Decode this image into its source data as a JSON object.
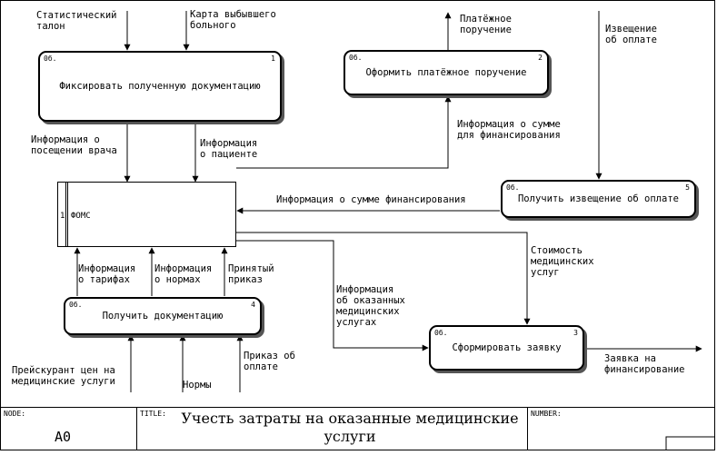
{
  "diagram": {
    "blocks": [
      {
        "id": "b1",
        "tag": "0б.",
        "number": "1",
        "name": "Фиксировать полученную документацию"
      },
      {
        "id": "b2",
        "tag": "0б.",
        "number": "2",
        "name": "Оформить платёжное поручение"
      },
      {
        "id": "b3",
        "tag": "0б.",
        "number": "3",
        "name": "Сформировать заявку"
      },
      {
        "id": "b4",
        "tag": "0б.",
        "number": "4",
        "name": "Получить документацию"
      },
      {
        "id": "b5",
        "tag": "0б.",
        "number": "5",
        "name": "Получить извещение об оплате"
      }
    ],
    "external": {
      "number": "1",
      "name": "ФОМС"
    },
    "arrow_labels": {
      "stat_talon": "Статистический\nталон",
      "karta": "Карта выбывшего\nбольного",
      "platezh": "Платёжное\nпоручение",
      "izv_in": "Извещение\nоб оплате",
      "info_poseshenii": "Информация о\nпосещении врача",
      "info_paciente": "Информация\nо пациенте",
      "info_summe_fin": "Информация о сумме\nдля финансирования",
      "info_summe_finansirovaniya": "Информация о сумме финансирования",
      "stoimost": "Стоимость\nмедицинских\nуслуг",
      "info_tarifah": "Информация\nо тарифах",
      "info_normah": "Информация\nо нормах",
      "prinyatyi": "Принятый\nприказ",
      "info_uslugah": "Информация\nоб оказанных\nмедицинских\nуслугах",
      "zayavka": "Заявка на\nфинансирование",
      "preiskurant": "Прейскурант цен на\nмедицинские услуги",
      "normy": "Нормы",
      "prikaz_ob_oplate": "Приказ об\nоплате"
    }
  },
  "title_block": {
    "node_label": "NODE:",
    "node_value": "A0",
    "title_label": "TITLE:",
    "title_value": "Учесть затраты на оказанные медицинские\nуслуги",
    "number_label": "NUMBER:"
  }
}
